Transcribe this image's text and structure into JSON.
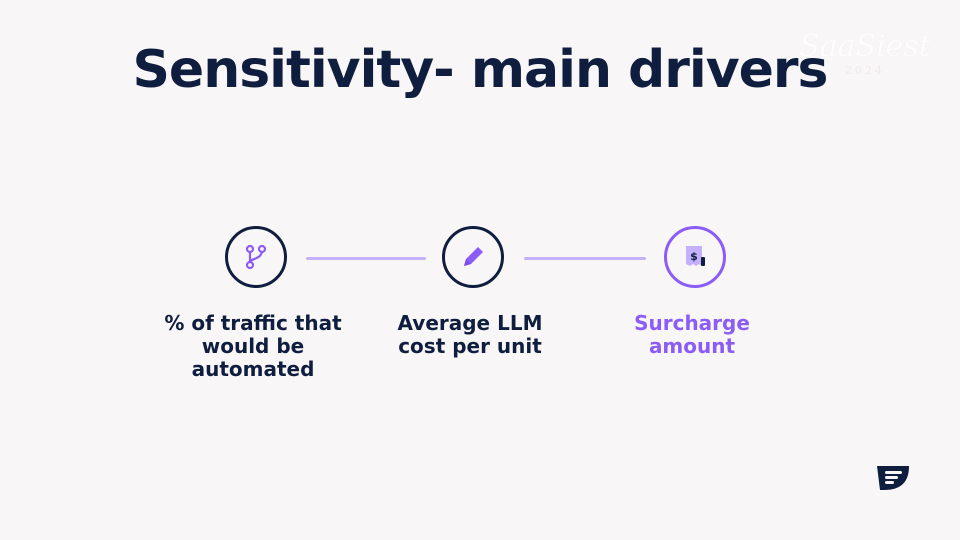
{
  "slide": {
    "title": "Sensitivity- main drivers",
    "watermark": {
      "name": "SaaSiest",
      "year": "2024"
    }
  },
  "flow": {
    "steps": [
      {
        "label": "% of traffic that would be automated",
        "icon": "branch-icon",
        "accent": false
      },
      {
        "label": "Average LLM cost per unit",
        "icon": "pencil-icon",
        "accent": false
      },
      {
        "label": "Surcharge amount",
        "icon": "dollar-receipt-icon",
        "accent": true
      }
    ]
  },
  "colors": {
    "background": "#f8f6f6",
    "primary": "#0f1e3f",
    "accent": "#8b5cf6",
    "connector": "#c4b0fb"
  },
  "brand": {
    "logo_icon": "company-logo-icon"
  }
}
